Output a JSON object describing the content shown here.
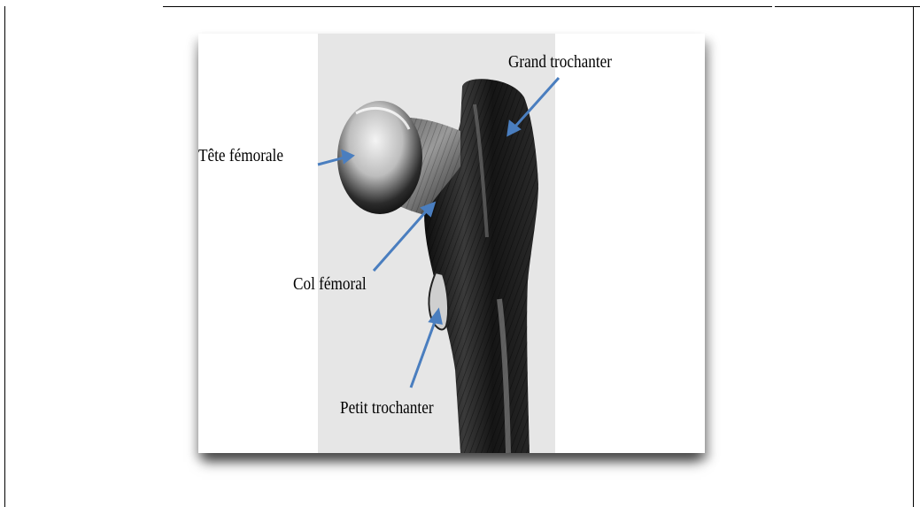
{
  "figure": {
    "labels": {
      "grand_trochanter": "Grand trochanter",
      "tete_femorale": "Tête fémorale",
      "col_femoral": "Col fémoral",
      "petit_trochanter": "Petit trochanter"
    },
    "arrow_color": "#4a7ebf",
    "bone_ink_color": "#1a1a1a",
    "panel_color": "#e6e6e6"
  }
}
